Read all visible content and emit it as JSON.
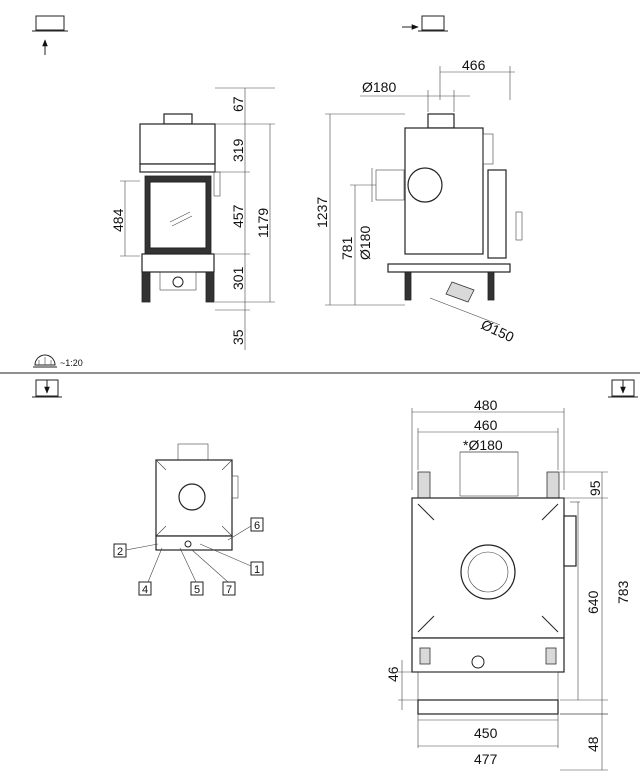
{
  "scale": "~1:20",
  "front_view": {
    "dims": {
      "d67": "67",
      "d319": "319",
      "d457": "457",
      "d301": "301",
      "d35": "35",
      "d1179": "1179",
      "d484": "484"
    }
  },
  "side_view": {
    "dims": {
      "d466": "466",
      "d180top": "Ø180",
      "d1237": "1237",
      "d781": "781",
      "d180left": "Ø180",
      "d150": "Ø150"
    }
  },
  "top_view_small": {
    "callouts": [
      "1",
      "2",
      "4",
      "5",
      "6",
      "7"
    ]
  },
  "top_view_large": {
    "dims": {
      "d480": "480",
      "d460": "460",
      "d180": "*Ø180",
      "d95": "95",
      "d640": "640",
      "d783": "783",
      "d46": "46",
      "d450": "450",
      "d477": "477",
      "d48": "48"
    }
  }
}
